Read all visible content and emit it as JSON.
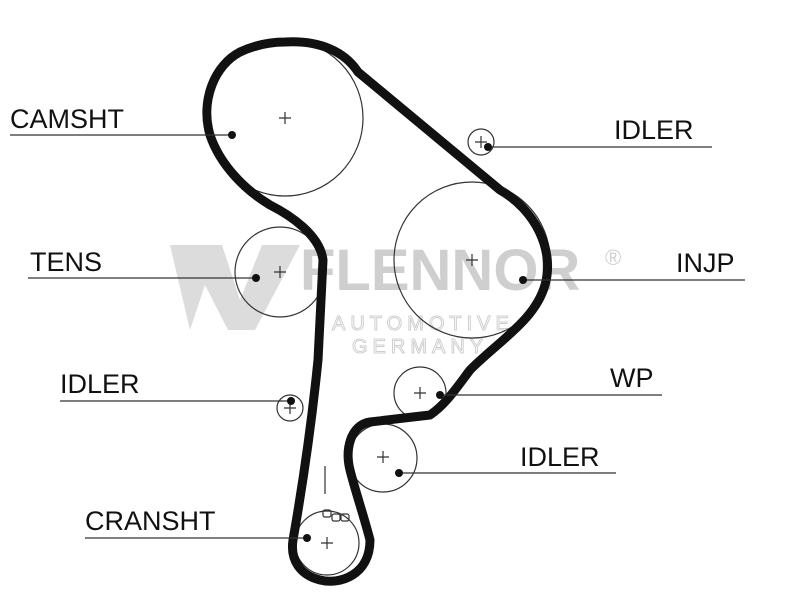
{
  "watermark": {
    "brand": "FLENNOR",
    "line1": "AUTOMOTIVE",
    "line2": "GERMANY",
    "registered": "®"
  },
  "labels": {
    "camshaft": "CAMSHT",
    "idler_top": "IDLER",
    "tensioner": "TENS",
    "injection_pump": "INJP",
    "idler_left": "IDLER",
    "water_pump": "WP",
    "idler_bottom": "IDLER",
    "crankshaft": "CRANSHT"
  },
  "colors": {
    "belt": "#111111",
    "outline": "#333333",
    "watermark": "#cfcfcf"
  }
}
